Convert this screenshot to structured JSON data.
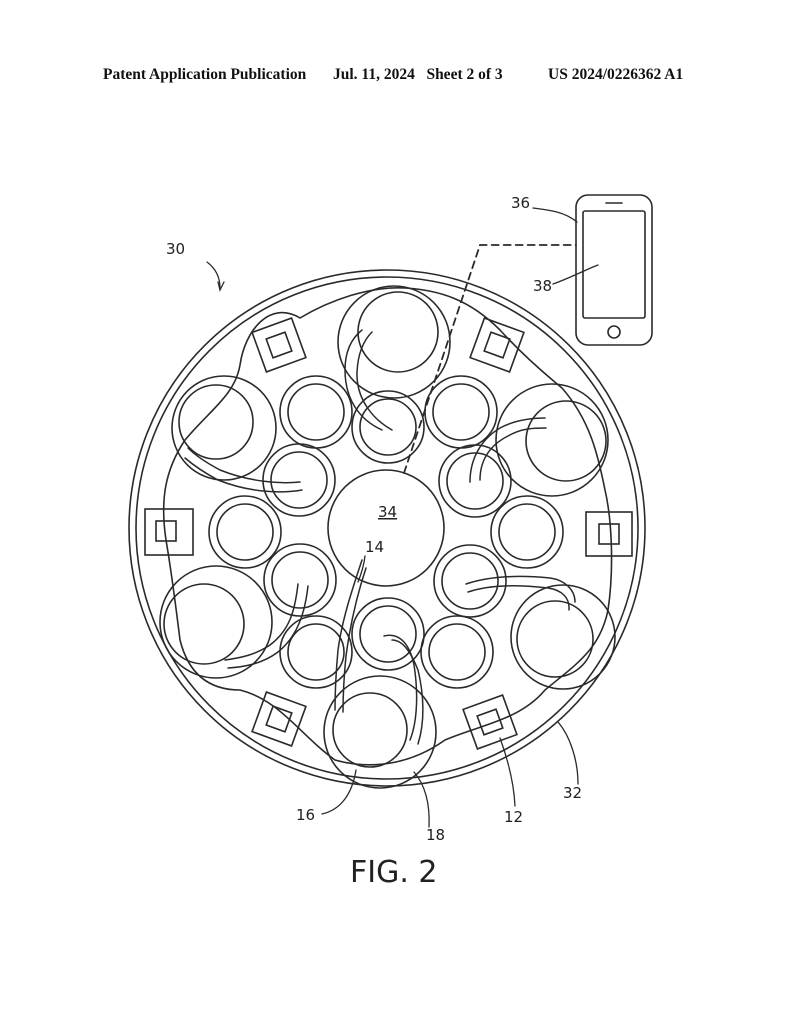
{
  "header": {
    "publication": "Patent Application Publication",
    "date_sheet": "Jul. 11, 2024   Sheet 2 of 3",
    "number": "US 2024/0226362 A1"
  },
  "figure": {
    "caption": "FIG. 2",
    "labels": {
      "assembly": "30",
      "device": "36",
      "screen": "38",
      "center": "34",
      "cable": "14",
      "base": "32",
      "large_cup": "16",
      "recess": "18",
      "pad": "12"
    }
  }
}
